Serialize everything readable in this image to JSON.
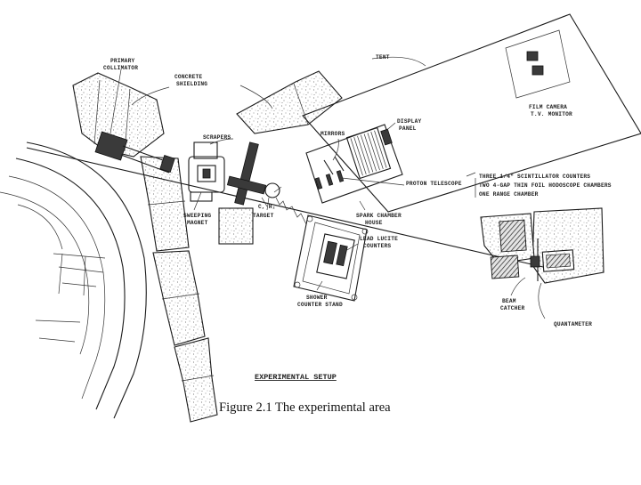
{
  "diagram": {
    "labels": {
      "primary_collimator": [
        "PRIMARY",
        "COLLIMATOR"
      ],
      "concrete_shielding": [
        "CONCRETE",
        "SHIELDING"
      ],
      "scrapers": "SCRAPERS",
      "sweeping_magnet": [
        "SWEEPING",
        "MAGNET"
      ],
      "target": "TARGET",
      "target_material": "C, H₂",
      "tent": "TENT",
      "film_camera": "FILM CAMERA",
      "tv_monitor": "T.V. MONITOR",
      "mirrors": "MIRRORS",
      "display_panel": [
        "DISPLAY",
        "PANEL"
      ],
      "proton_telescope": "PROTON TELESCOPE",
      "telescope_components": [
        "THREE 1/4\" SCINTILLATOR COUNTERS",
        "TWO 4-GAP THIN FOIL HODOSCOPE CHAMBERS",
        "ONE RANGE CHAMBER"
      ],
      "spark_chamber_house": [
        "SPARK CHAMBER",
        "HOUSE"
      ],
      "lead_lucite_counters": [
        "LEAD LUCITE",
        "COUNTERS"
      ],
      "shower_counter_stand": [
        "SHOWER",
        "COUNTER STAND"
      ],
      "beam_catcher": [
        "BEAM",
        "CATCHER"
      ],
      "quantameter": "QUANTAMETER"
    },
    "setup_title": "EXPERIMENTAL SETUP",
    "caption": "Figure 2.1  The experimental area"
  }
}
